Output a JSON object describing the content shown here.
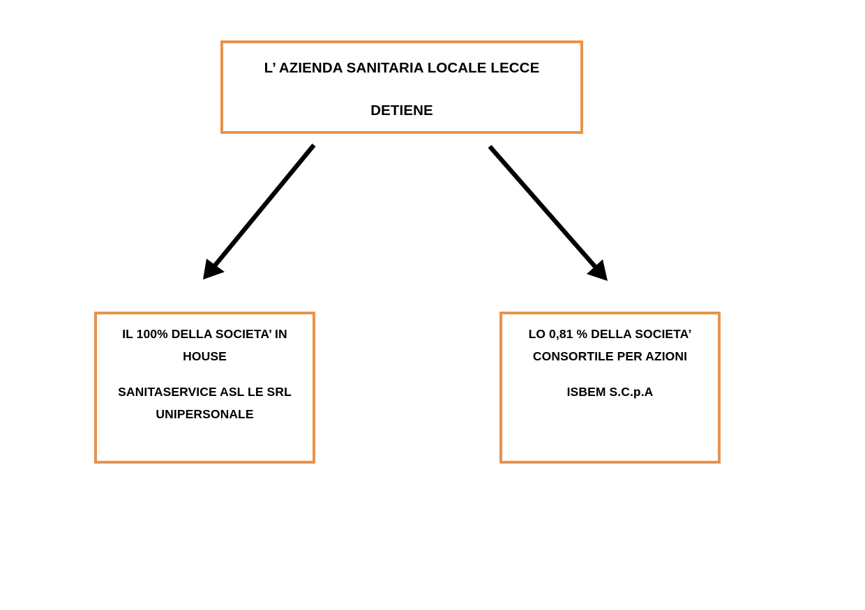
{
  "document": {
    "title": "Organigramma societa partecipate ASL Lecce",
    "background_color": "#ffffff",
    "accent_color": "#e8934e",
    "text_color": "#000000"
  },
  "diagram": {
    "type": "org-chart",
    "orientation": "top-down",
    "nodes": {
      "root": {
        "line_1": "L’ AZIENDA SANITARIA LOCALE LECCE",
        "line_2": "DETIENE"
      },
      "left": {
        "line_1": "IL 100% DELLA SOCIETA’ IN",
        "line_2": "HOUSE",
        "line_3": "SANITASERVICE ASL LE SRL",
        "line_4": "UNIPERSONALE"
      },
      "right": {
        "line_1": "LO 0,81 % DELLA SOCIETA’",
        "line_2": "CONSORTILE PER AZIONI",
        "line_3": "ISBEM S.C.p.A",
        "line_4": ""
      }
    },
    "connectors": [
      {
        "name": "arrow-root-to-left",
        "from": "root",
        "to": "left",
        "direction": "down-left",
        "color": "#000000"
      },
      {
        "name": "arrow-root-to-right",
        "from": "root",
        "to": "right",
        "direction": "down-right",
        "color": "#000000"
      }
    ]
  }
}
